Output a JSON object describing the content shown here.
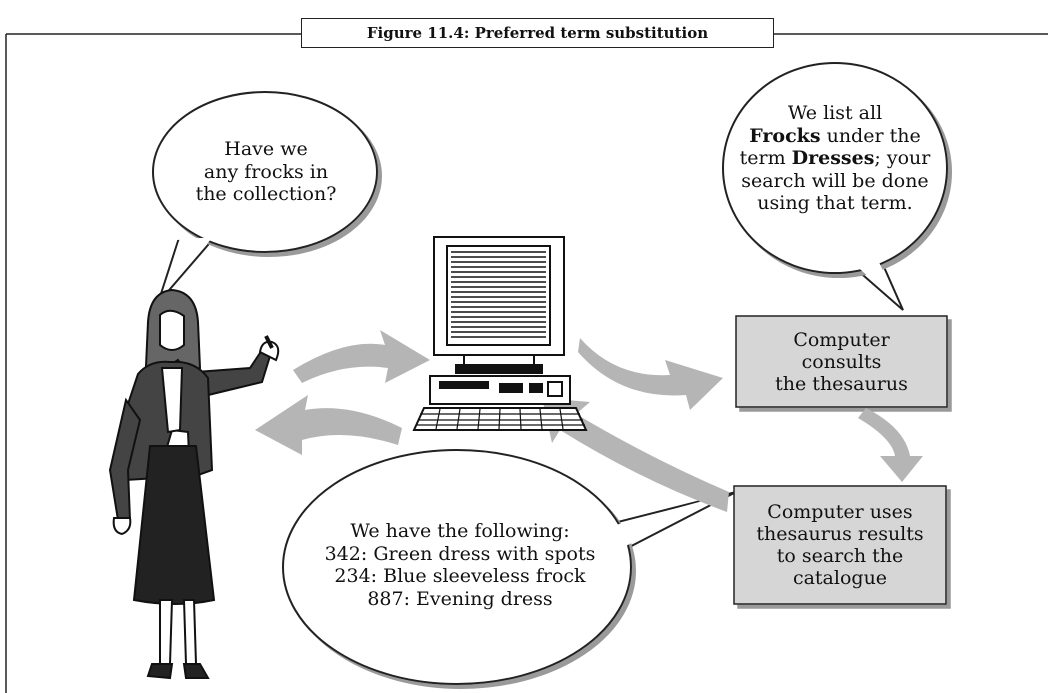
{
  "figure": {
    "caption": "Figure 11.4: Preferred term substitution"
  },
  "bubbles": {
    "user_question": [
      "Have we",
      "any frocks in",
      "the collection?"
    ],
    "computer_reply": {
      "line1": "We list all",
      "line2_bold": "Frocks",
      "line2_rest": " under the",
      "line3_prefix": "term ",
      "line3_bold": "Dresses",
      "line3_rest": "; your",
      "line4": "search will be done",
      "line5": "using that term."
    },
    "results": [
      "We have the following:",
      "342: Green dress with spots",
      "234: Blue sleeveless frock",
      "887: Evening dress"
    ]
  },
  "boxes": {
    "consult": [
      "Computer",
      "consults",
      "the thesaurus"
    ],
    "search": [
      "Computer uses",
      "thesaurus results",
      "to search the",
      "catalogue"
    ]
  },
  "icons": [
    "woman-presenter-icon",
    "desktop-computer-icon",
    "flow-arrow-icon"
  ],
  "colors": {
    "arrow": "#b5b5b5",
    "box_fill": "#d6d6d6",
    "line": "#222222"
  }
}
